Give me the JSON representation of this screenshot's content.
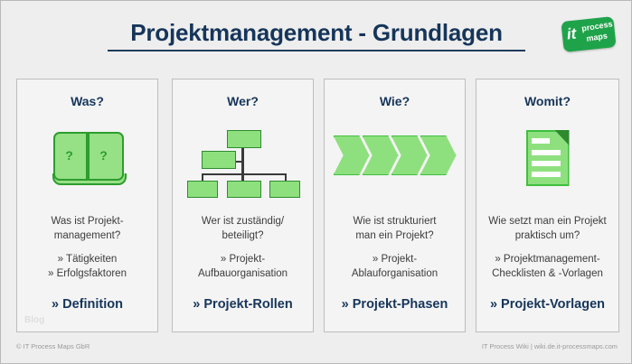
{
  "header": {
    "title": "Projektmanagement - Grundlagen",
    "logo": {
      "it": "it",
      "process": "process",
      "maps": "maps"
    }
  },
  "cards": [
    {
      "title": "Was?",
      "icon": "open-book-icon",
      "icon_labels": [
        "?",
        "?"
      ],
      "question_line1": "Was ist Projekt-",
      "question_line2": "management?",
      "sublinks": [
        "» Tätigkeiten",
        "» Erfolgsfaktoren"
      ],
      "cta": "» Definition",
      "watermark": "Blog"
    },
    {
      "title": "Wer?",
      "icon": "org-chart-icon",
      "question_line1": "Wer ist zuständig/",
      "question_line2": "beteiligt?",
      "sublinks": [
        "» Projekt-",
        "Aufbauorganisation"
      ],
      "cta": "» Projekt-Rollen",
      "watermark": ""
    },
    {
      "title": "Wie?",
      "icon": "chevron-phases-icon",
      "question_line1": "Wie ist strukturiert",
      "question_line2": "man ein Projekt?",
      "sublinks": [
        "» Projekt-",
        "Ablauforganisation"
      ],
      "cta": "» Projekt-Phasen",
      "watermark": ""
    },
    {
      "title": "Womit?",
      "icon": "document-icon",
      "question_line1": "Wie setzt man ein Projekt",
      "question_line2": "praktisch um?",
      "sublinks": [
        "» Projektmanagement-",
        "Checklisten & -Vorlagen"
      ],
      "cta": "» Projekt-Vorlagen",
      "watermark": ""
    }
  ],
  "footer": {
    "left": "© IT Process Maps GbR",
    "right": "IT Process Wiki | wiki.de.it-processmaps.com"
  },
  "colors": {
    "title_navy": "#16355a",
    "icon_green_fill": "#8ee07e",
    "icon_green_stroke": "#2e8b2e",
    "logo_green": "#1fa34a",
    "page_background": "#eeeeee",
    "card_background": "#f4f4f4"
  }
}
